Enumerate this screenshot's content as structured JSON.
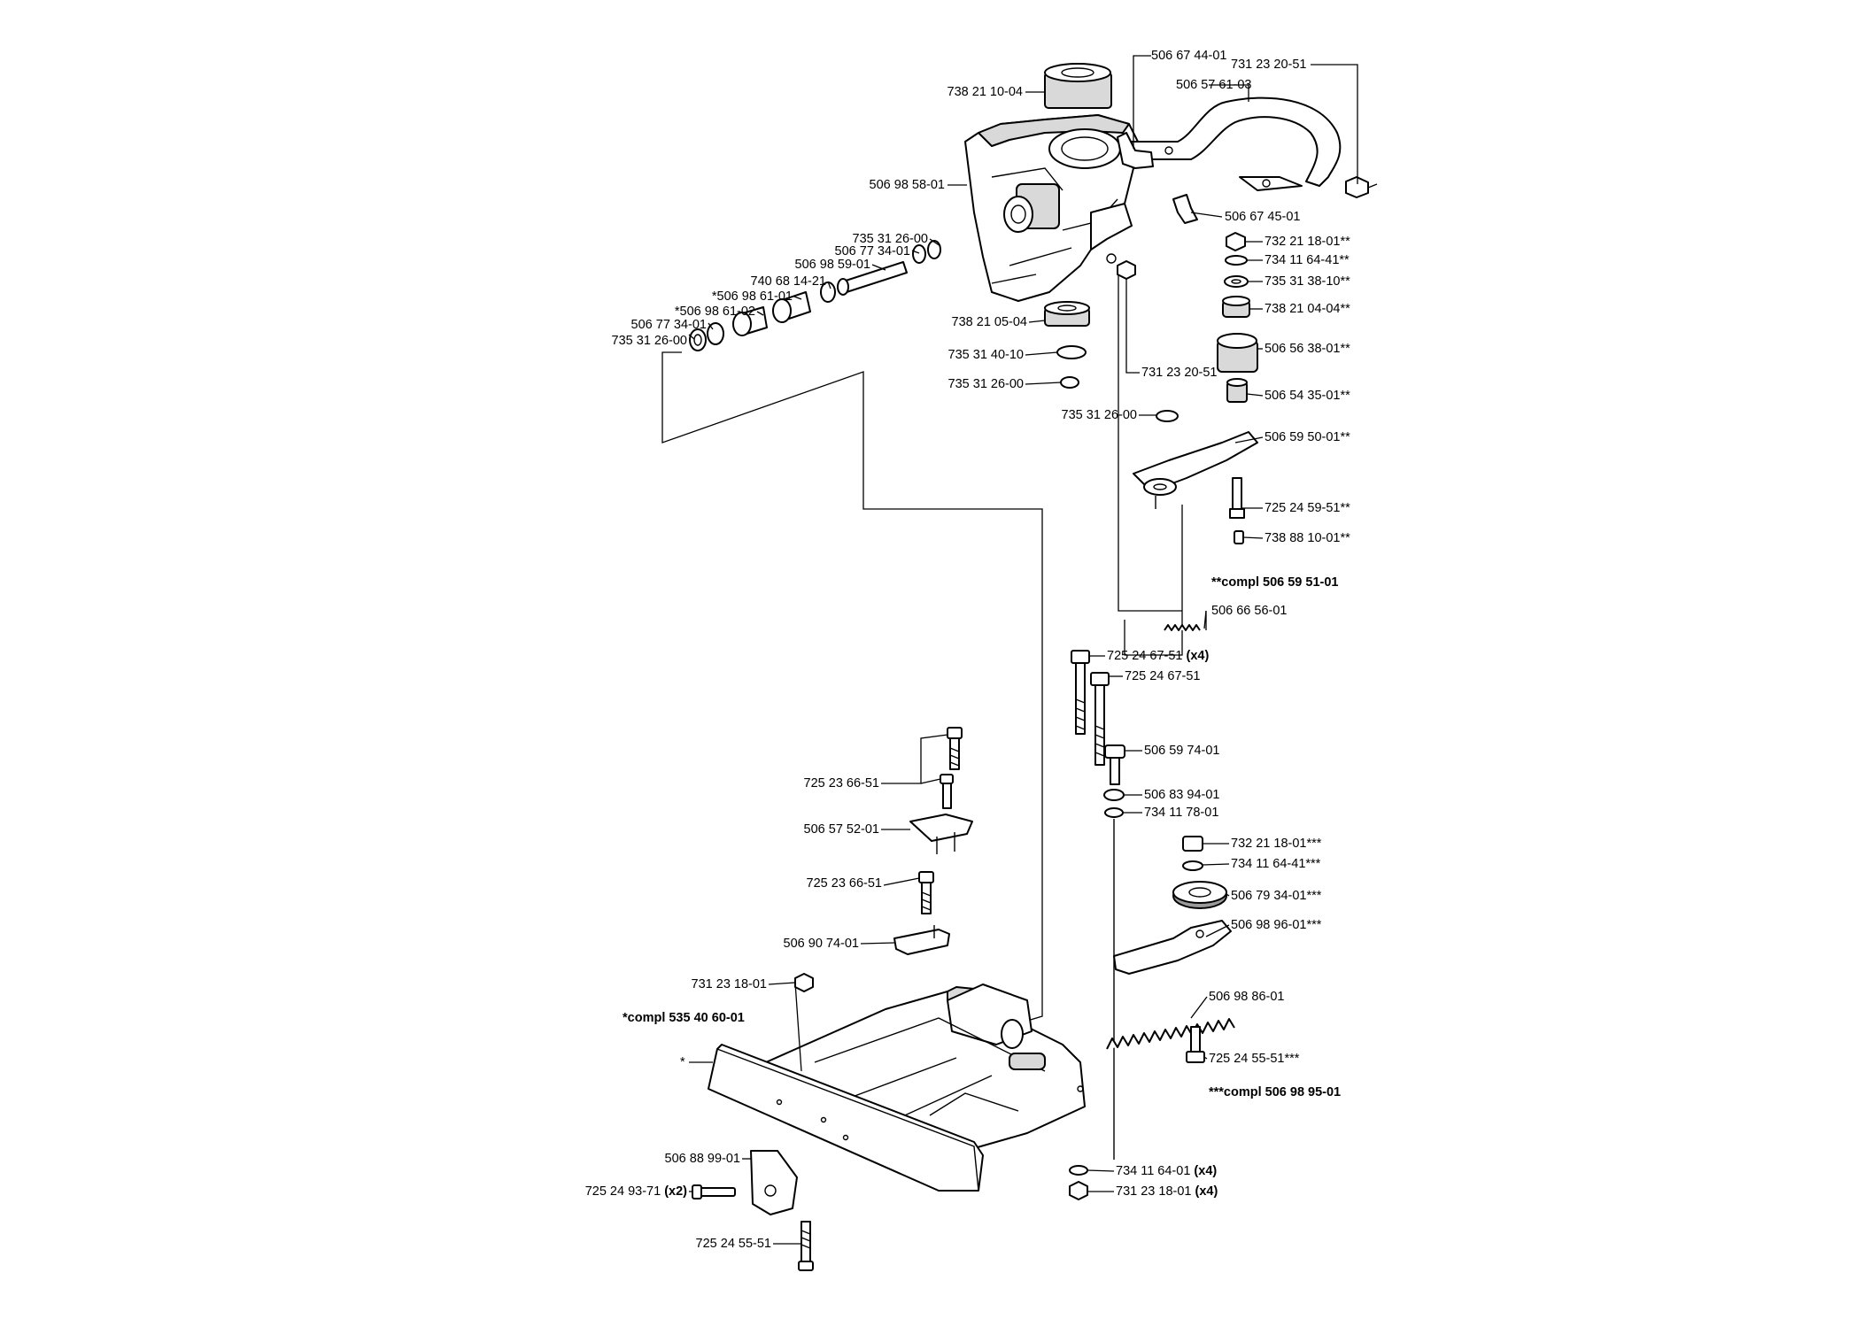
{
  "callouts": {
    "p_738_21_10_04": "738 21 10-04",
    "p_506_67_44_01": "506 67 44-01",
    "p_731_23_20_51_top": "731 23 20-51",
    "p_506_57_61_03": "506 57 61-03",
    "p_506_98_58_01": "506 98 58-01",
    "p_506_67_45_01": "506 67 45-01",
    "p_735_31_26_00_a": "735 31 26-00",
    "p_506_77_34_01_a": "506 77 34-01",
    "p_506_98_59_01": "506 98 59-01",
    "p_740_68_14_21": "740 68 14-21",
    "p_506_98_61_01": "*506 98 61-01",
    "p_506_98_61_02": "*506 98 61-02",
    "p_506_77_34_01_b": "506 77 34-01",
    "p_735_31_26_00_b": "735 31 26-00",
    "p_732_21_18_01_dd": "732 21 18-01**",
    "p_734_11_64_41_dd": "734 11 64-41**",
    "p_735_31_38_10_dd": "735 31 38-10**",
    "p_738_21_04_04_dd": "738 21 04-04**",
    "p_506_56_38_01_dd": "506 56 38-01**",
    "p_506_54_35_01_dd": "506 54 35-01**",
    "p_506_59_50_01_dd": "506 59 50-01**",
    "p_725_24_59_51_dd": "725 24 59-51**",
    "p_738_88_10_01_dd": "738 88 10-01**",
    "p_738_21_05_04": "738 21 05-04",
    "p_735_31_40_10": "735 31 40-10",
    "p_735_31_26_00_c": "735 31 26-00",
    "p_731_23_20_51_mid": "731 23 20-51",
    "p_735_31_26_00_d": "735 31 26-00",
    "compl_506_59_51_01": "**compl 506 59 51-01",
    "p_506_66_56_01": "506 66 56-01",
    "p_725_24_67_51_x4": "725 24 67-51",
    "qty_x4_a": "(x4)",
    "p_725_24_67_51": "725 24 67-51",
    "p_506_59_74_01": "506 59 74-01",
    "p_506_83_94_01": "506 83 94-01",
    "p_734_11_78_01": "734 11 78-01",
    "p_725_23_66_51_a": "725 23 66-51",
    "p_506_57_52_01": "506 57 52-01",
    "p_725_23_66_51_b": "725 23 66-51",
    "p_732_21_18_01_ddd": "732 21 18-01***",
    "p_734_11_64_41_ddd": "734 11 64-41***",
    "p_506_79_34_01_ddd": "506 79 34-01***",
    "p_506_98_96_01_ddd": "506 98 96-01***",
    "p_506_90_74_01": "506 90 74-01",
    "p_731_23_18_01": "731 23 18-01",
    "compl_535_40_60_01": "*compl 535 40 60-01",
    "p_506_98_86_01": "506 98 86-01",
    "star": "*",
    "p_725_24_55_51_ddd": "725 24 55-51***",
    "compl_506_98_95_01": "***compl 506 98 95-01",
    "p_506_88_99_01": "506 88 99-01",
    "p_734_11_64_01": "734 11 64-01",
    "qty_x4_b": "(x4)",
    "p_725_24_93_71": "725 24 93-71",
    "qty_x2": "(x2)",
    "p_731_23_18_01_x4": "731 23 18-01",
    "qty_x4_c": "(x4)",
    "p_725_24_55_51": "725 24 55-51"
  }
}
